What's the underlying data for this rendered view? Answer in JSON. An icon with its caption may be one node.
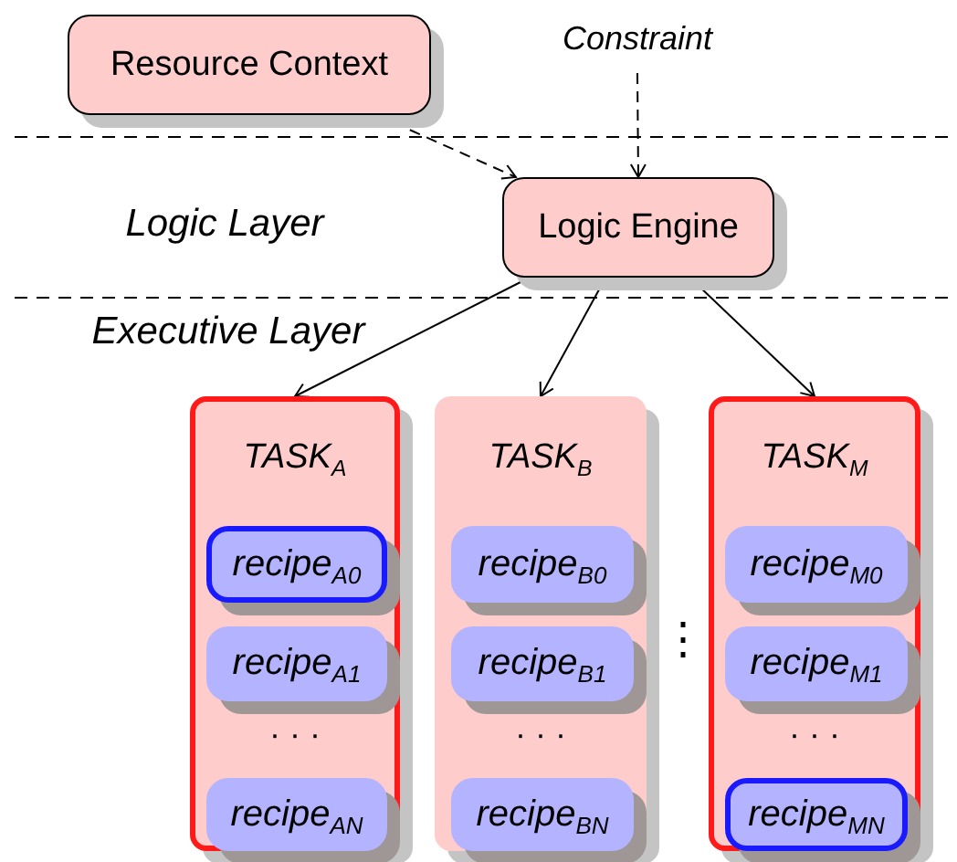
{
  "diagram": {
    "nodes": [
      {
        "text": [
          "Resource Context"
        ]
      },
      {
        "text": [
          "Constraint"
        ]
      },
      {
        "text": [
          "Logic Engine"
        ]
      },
      {
        "text": [
          "TASK$_{A}$"
        ]
      },
      {
        "text": [
          "recipe$_{A0}$"
        ],
        "in": 3
      },
      {
        "text": [
          "recipe$_{A1}$"
        ],
        "in": 3
      },
      {
        "text": [
          "recipe$_{AN}$"
        ],
        "in": 3
      },
      {
        "text": [
          "TASK$_{B}$"
        ]
      },
      {
        "text": [
          "recipe$_{B0}$"
        ],
        "in": 7
      },
      {
        "text": [
          "recipe$_{B1}$"
        ],
        "in": 7
      },
      {
        "text": [
          "recipe$_{BN}$"
        ],
        "in": 7
      },
      {
        "text": [
          "TASK$_{M}$"
        ]
      },
      {
        "text": [
          "recipe$_{M0}$"
        ],
        "in": 11
      },
      {
        "text": [
          "recipe$_{M1}$"
        ],
        "in": 11
      },
      {
        "text": [
          "recipe$_{MN}$"
        ],
        "in": 11
      }
    ],
    "edges": [
      {
        "from": 0,
        "to": 2,
        "arrow": "to",
        "style": "dashed"
      },
      {
        "from": 1,
        "to": 2,
        "arrow": "to",
        "style": "dashed"
      },
      {
        "from": 2,
        "to": 3,
        "arrow": "to"
      },
      {
        "from": 2,
        "to": 7,
        "arrow": "to"
      },
      {
        "from": 2,
        "to": 11,
        "arrow": "to"
      }
    ],
    "labels": [
      "Logic Layer",
      "Executive Layer",
      "· · ·",
      "· · ·",
      "· · ·",
      "⋮"
    ]
  }
}
